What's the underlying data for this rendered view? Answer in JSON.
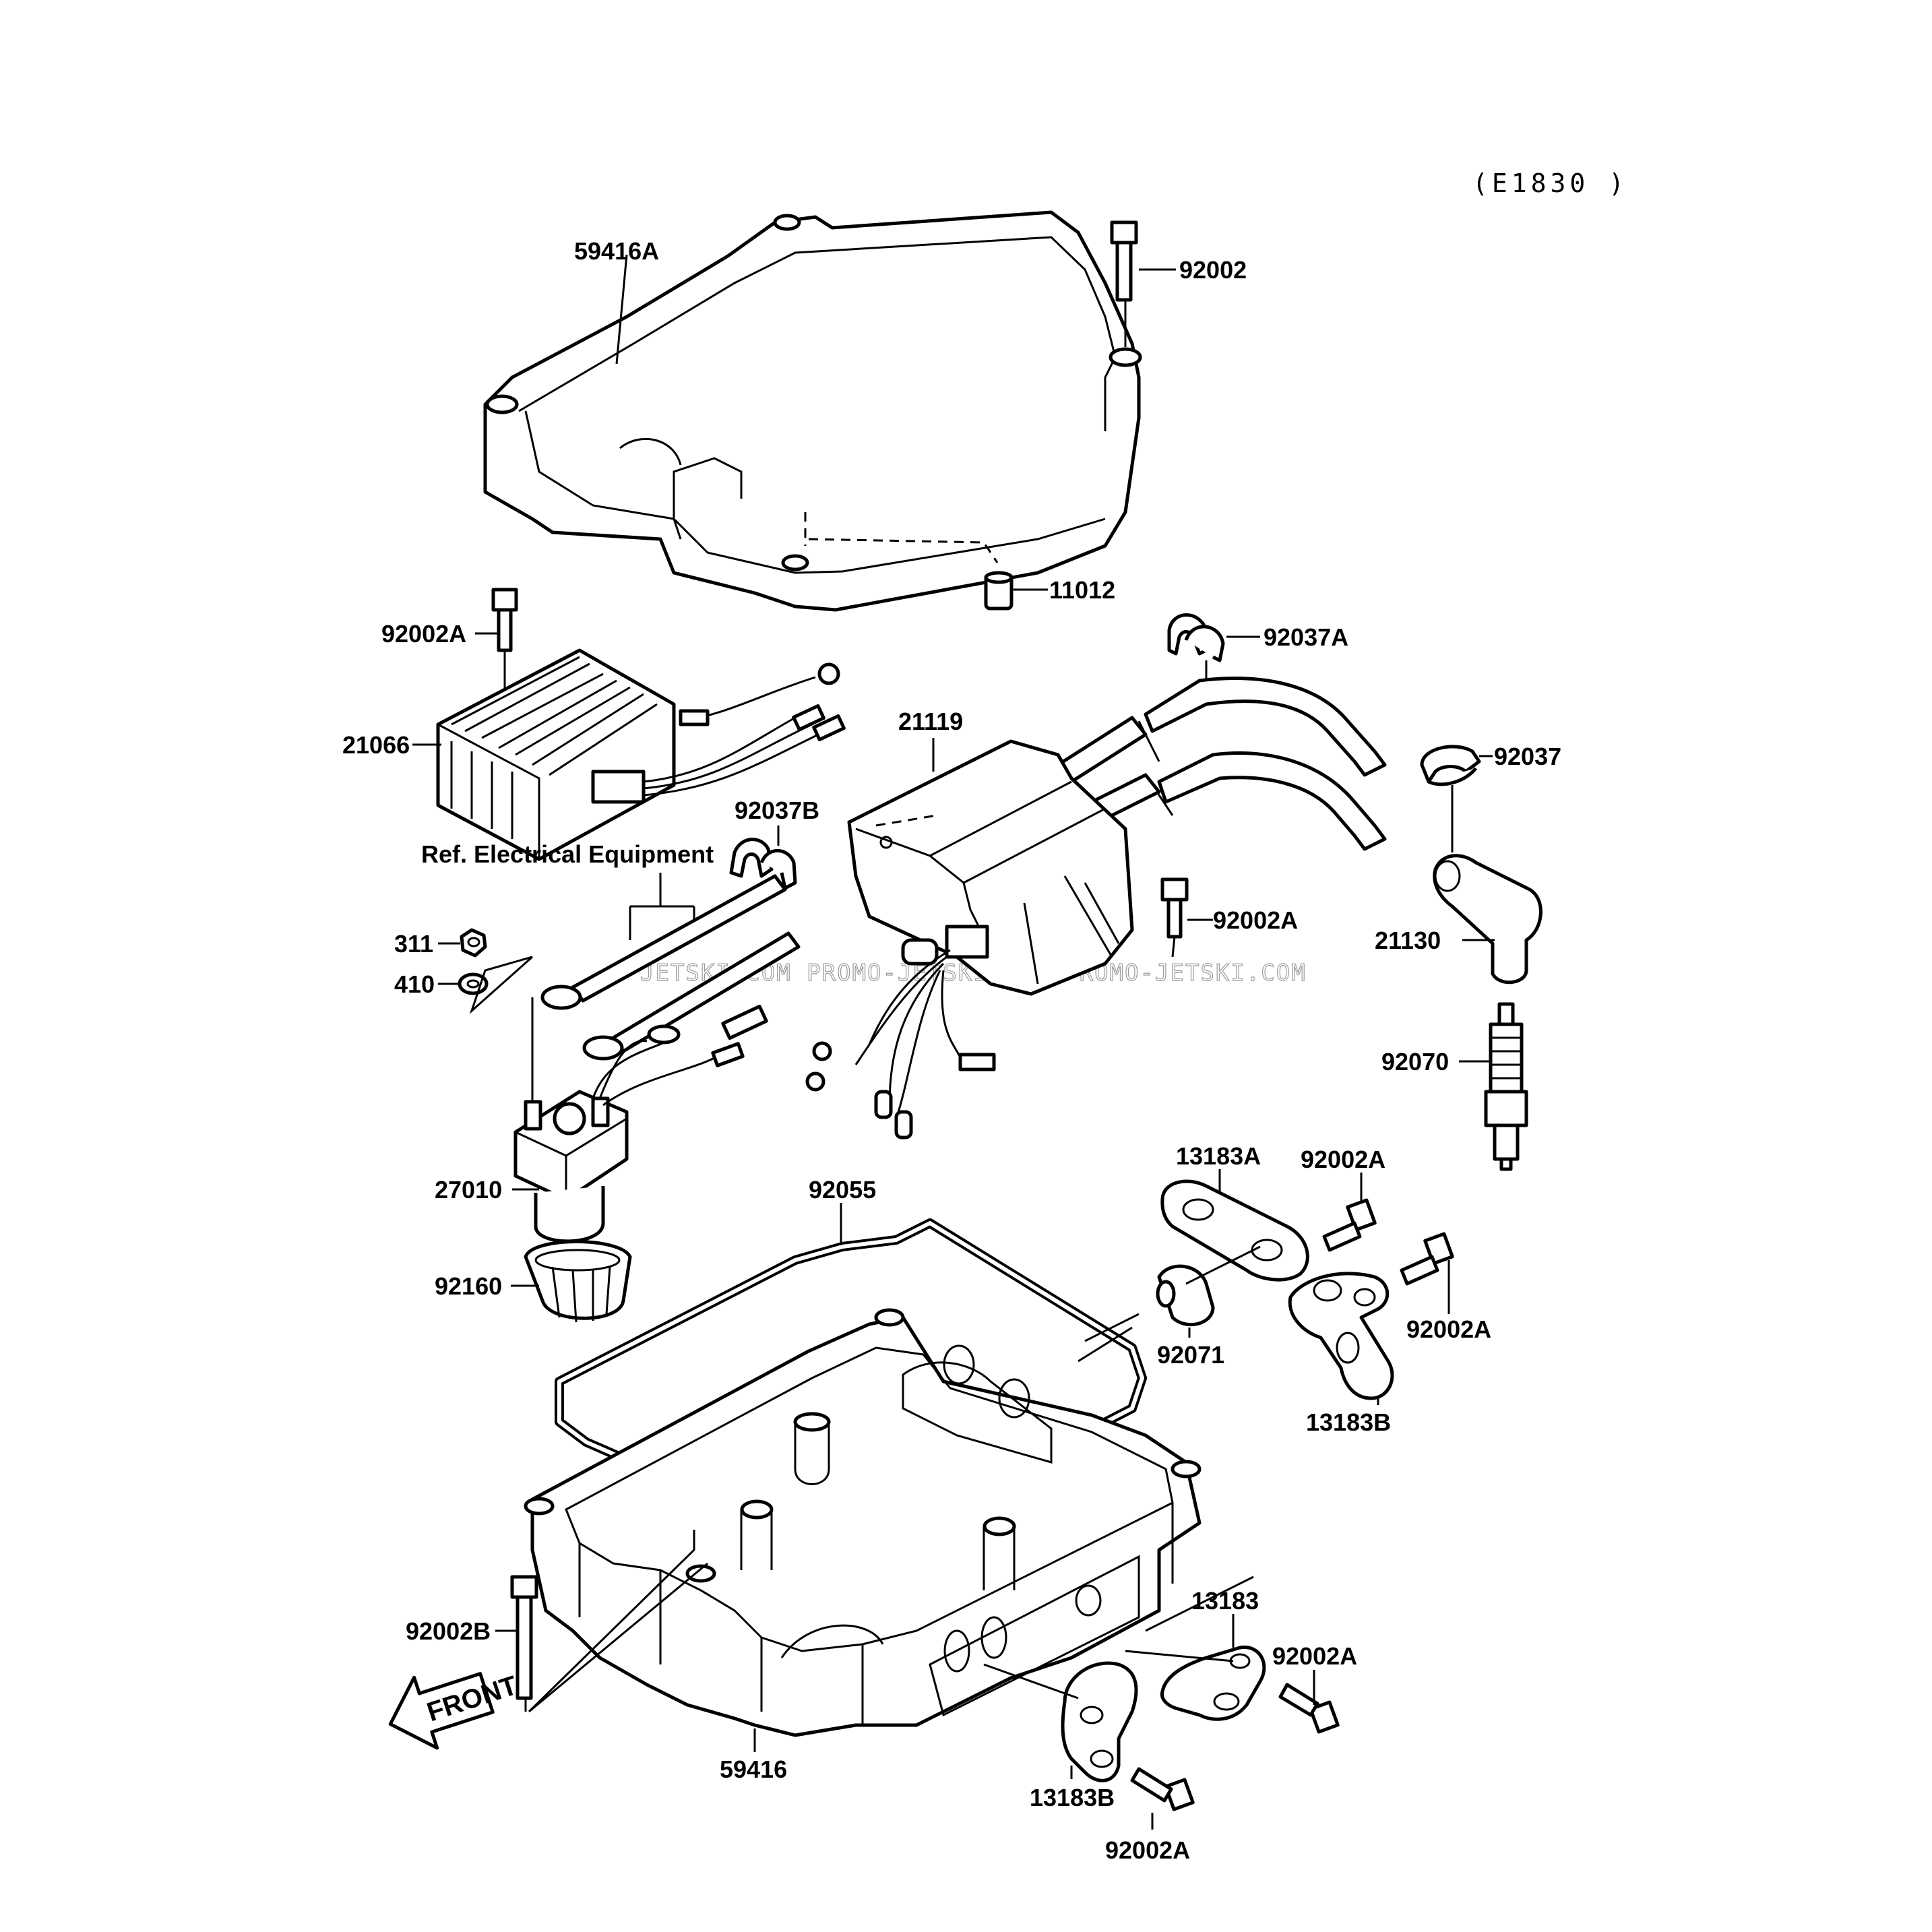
{
  "diagram_code": "(E1830 )",
  "watermark": "JETSKI.COM  PROMO-JETSKI.COM  PROMO-JETSKI.COM",
  "reference_note": "Ref. Electrical Equipment",
  "front_arrow": "FRONT",
  "parts": {
    "p59416A": "59416A",
    "p92002_top": "92002",
    "p11012": "11012",
    "p92002A_reg": "92002A",
    "p21066": "21066",
    "p92037A": "92037A",
    "p21119": "21119",
    "p92037": "92037",
    "p92037B": "92037B",
    "p92002A_coil": "92002A",
    "p311": "311",
    "p410": "410",
    "p21130": "21130",
    "p92070": "92070",
    "p27010": "27010",
    "p13183A": "13183A",
    "p92002A_13183A": "92002A",
    "p92055": "92055",
    "p92160": "92160",
    "p92071": "92071",
    "p92002A_13183B_top": "92002A",
    "p13183B_top": "13183B",
    "p13183": "13183",
    "p92002B": "92002B",
    "p92002A_13183": "92002A",
    "p59416": "59416",
    "p13183B_bottom": "13183B",
    "p92002A_bottom": "92002A"
  }
}
